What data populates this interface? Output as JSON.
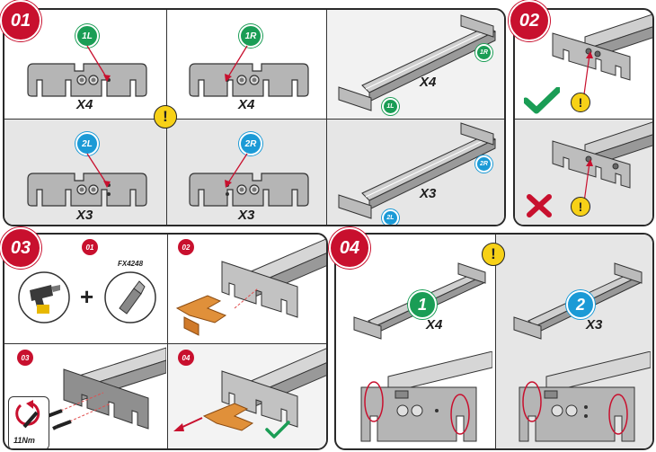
{
  "sections": {
    "s01": {
      "badge": "01"
    },
    "s02": {
      "badge": "02"
    },
    "s03": {
      "badge": "03",
      "steps": [
        "01",
        "02",
        "03",
        "04"
      ],
      "part_code": "FX4248",
      "torque": "11Nm"
    },
    "s04": {
      "badge": "04"
    }
  },
  "s01": {
    "cells": [
      {
        "label": "1L",
        "qty": "X4"
      },
      {
        "label": "1R",
        "qty": "X4"
      },
      {
        "qty": "X4",
        "callout_left": "1L",
        "callout_right": "1R"
      },
      {
        "label": "2L",
        "qty": "X3"
      },
      {
        "label": "2R",
        "qty": "X3"
      },
      {
        "qty": "X3",
        "callout_left": "2L",
        "callout_right": "2R"
      }
    ]
  },
  "s04": {
    "left": {
      "label": "1",
      "qty": "X4"
    },
    "right": {
      "label": "2",
      "qty": "X3"
    }
  },
  "warning_symbol": "!",
  "colors": {
    "brand_red": "#c8102e",
    "green": "#1a9d55",
    "blue": "#1b9ad6",
    "warning": "#f7d117",
    "panel_gray": "#e6e6e6"
  }
}
